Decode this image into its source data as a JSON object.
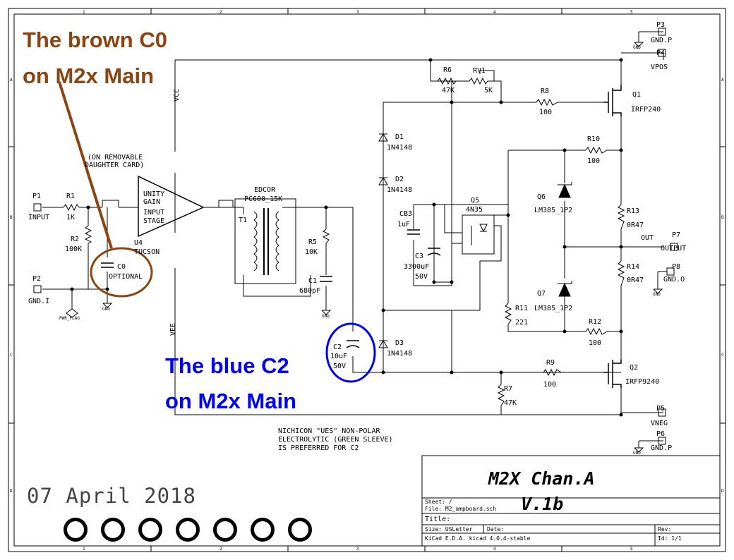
{
  "annotations": {
    "brown_note": [
      "The brown C0",
      "on M2x Main"
    ],
    "blue_note": [
      "The blue C2",
      "on M2x Main"
    ],
    "brown_color": "#8b4513",
    "blue_color": "#0000ff"
  },
  "date_text": "07 April 2018",
  "mounting_holes": 7,
  "border": {
    "columns": [
      "1",
      "2",
      "3",
      "4",
      "5"
    ],
    "rows": [
      "A",
      "B",
      "C",
      "D"
    ]
  },
  "labels": {
    "vcc": "VCC",
    "vee": "VEE",
    "daughter_note": [
      "(ON REMOVABLE",
      "DAUGHTER CARD)"
    ],
    "u4_text": [
      "UNITY",
      "GAIN",
      "INPUT",
      "STAGE"
    ],
    "u4_ref": "U4",
    "u4_val": "TUCSON",
    "pwr_flag": "PWR_FLAG",
    "gnd": "GND",
    "out": "OUT",
    "note_c2": [
      "NICHICON \"UES\" NON-POLAR",
      "ELECTROLYTIC (GREEN SLEEVE)",
      "IS PREFERRED FOR C2"
    ],
    "t1_name": "EDCOR",
    "t1_val": "PC600_15K",
    "t1_ref": "T1"
  },
  "parts": {
    "p1": [
      "P1",
      "INPUT"
    ],
    "p2": [
      "P2",
      "GND.I"
    ],
    "p3": [
      "P3",
      "GND.P"
    ],
    "p4": [
      "P4",
      "VPOS"
    ],
    "p5": [
      "P5",
      "VNEG"
    ],
    "p6": [
      "P6",
      "GND.P"
    ],
    "p7": [
      "P7",
      "OUTPUT"
    ],
    "p8": [
      "P8",
      "GND.O"
    ],
    "r1": [
      "R1",
      "1K"
    ],
    "r2": [
      "R2",
      "100K"
    ],
    "c0": [
      "C0",
      "OPTIONAL"
    ],
    "r5": [
      "R5",
      "10K"
    ],
    "c1": [
      "C1",
      "680pF"
    ],
    "c2": [
      "C2",
      "10uF",
      "50V"
    ],
    "r6": [
      "R6",
      "47K"
    ],
    "rv1": [
      "RV1",
      "5K"
    ],
    "r8": [
      "R8",
      "100"
    ],
    "q1": [
      "Q1",
      "IRFP240"
    ],
    "d1": [
      "D1",
      "1N4148"
    ],
    "d2": [
      "D2",
      "1N4148"
    ],
    "d3": [
      "D3",
      "1N4148"
    ],
    "cb3": [
      "CB3",
      "1uF"
    ],
    "c3": [
      "C3",
      "3300uF",
      "50V"
    ],
    "q5": [
      "Q5",
      "4N35"
    ],
    "r10": [
      "R10",
      "100"
    ],
    "q6": [
      "Q6",
      "LM385_1P2"
    ],
    "q7": [
      "Q7",
      "LM385_1P2"
    ],
    "r13": [
      "R13",
      "0R47"
    ],
    "r14": [
      "R14",
      "0R47"
    ],
    "r11": [
      "R11",
      "221"
    ],
    "r12": [
      "R12",
      "100"
    ],
    "r9": [
      "R9",
      "100"
    ],
    "q2": [
      "Q2",
      "IRFP9240"
    ],
    "r7": [
      "R7",
      "47K"
    ]
  },
  "title_block": {
    "title": "M2X Chan.A",
    "version": "V.1b",
    "sheet": "Sheet: /",
    "file": "File: M2_ampboard.sch",
    "title_label": "Title:",
    "size": "Size: USLetter",
    "date_label": "Date:",
    "rev": "Rev:",
    "kicad": "KiCad E.D.A.  kicad 4.0.4-stable",
    "id": "Id: 1/1"
  }
}
